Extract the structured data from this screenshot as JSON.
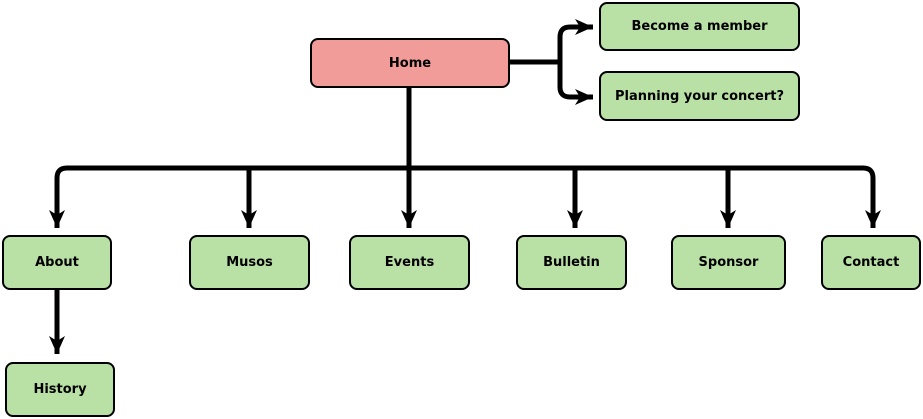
{
  "colors": {
    "root_fill": "#f19c99",
    "child_fill": "#b9e0a5",
    "stroke": "#000000"
  },
  "diagram": {
    "root": "Home",
    "side_links": [
      "Become a member",
      "Planning your concert?"
    ],
    "sections": [
      "About",
      "Musos",
      "Events",
      "Bulletin",
      "Sponsor",
      "Contact"
    ],
    "about_child": "History"
  }
}
